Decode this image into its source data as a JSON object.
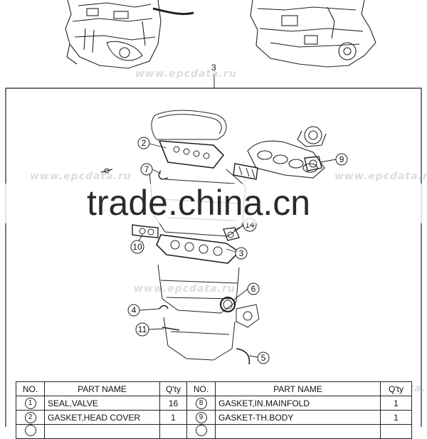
{
  "watermarks": {
    "site": "www.epcdata.ru",
    "banner": "trade.china.cn"
  },
  "diagram": {
    "group_number": "3",
    "callouts": [
      "2",
      "7",
      "9",
      "10",
      "14",
      "3",
      "6",
      "4",
      "11",
      "5"
    ]
  },
  "table": {
    "headers": [
      "NO.",
      "PART NAME",
      "Q'ty",
      "NO.",
      "PART NAME",
      "Q'ty"
    ],
    "rows": [
      {
        "no1": "1",
        "name1": "SEAL,VALVE",
        "qty1": "16",
        "no2": "8",
        "name2": "GASKET,IN.MAINFOLD",
        "qty2": "1"
      },
      {
        "no1": "2",
        "name1": "GASKET,HEAD COVER",
        "qty1": "1",
        "no2": "9",
        "name2": "GASKET-TH.BODY",
        "qty2": "1"
      }
    ]
  }
}
